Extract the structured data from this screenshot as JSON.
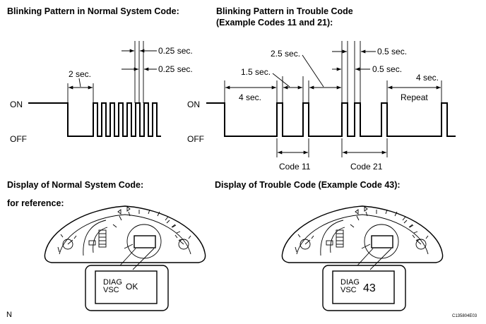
{
  "headers": {
    "normal_pattern": "Blinking Pattern in Normal System Code:",
    "trouble_pattern_line1": "Blinking Pattern in Trouble Code",
    "trouble_pattern_line2": "(Example Codes 11 and 21):",
    "normal_display": "Display of Normal System Code:",
    "reference": "for reference:",
    "trouble_display": "Display of Trouble Code (Example Code 43):"
  },
  "signal_levels": {
    "on": "ON",
    "off": "OFF"
  },
  "normal_timing": {
    "initial": "2 sec.",
    "pulse_on": "0.25 sec.",
    "pulse_off": "0.25 sec."
  },
  "trouble_timing": {
    "initial": "4 sec.",
    "digit_gap": "1.5 sec.",
    "code_gap": "2.5 sec.",
    "pulse_on": "0.5 sec.",
    "pulse_off": "0.5 sec.",
    "repeat_gap": "4 sec.",
    "repeat": "Repeat",
    "code_a": "Code 11",
    "code_b": "Code 21"
  },
  "displays": {
    "normal": {
      "line1": "DIAG",
      "line2": "VSC",
      "value": "OK"
    },
    "trouble": {
      "line1": "DIAG",
      "line2": "VSC",
      "value": "43"
    }
  },
  "footer": {
    "left": "N",
    "right": "C135804E03"
  }
}
